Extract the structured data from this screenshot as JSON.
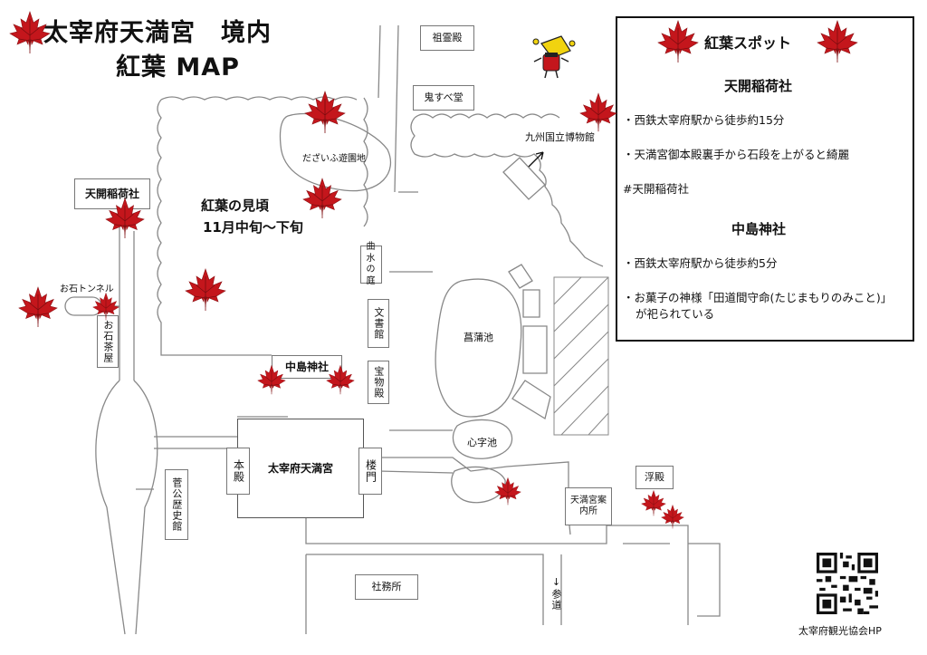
{
  "title": {
    "line1": "太宰府天満宮　境内",
    "line2": "紅葉 MAP"
  },
  "panel": {
    "heading": "紅葉スポット",
    "section1": {
      "name": "天開稲荷社",
      "items": [
        "・西鉄太宰府駅から徒歩約15分",
        "・天満宮御本殿裏手から石段を上がると綺麗",
        "#天開稲荷社"
      ]
    },
    "section2": {
      "name": "中島神社",
      "items": [
        "・西鉄太宰府駅から徒歩約5分",
        "・お菓子の神様「田道間守命(たじまもりのみこと)」",
        "が祀られている"
      ]
    }
  },
  "viewing": {
    "line1": "紅葉の見頃",
    "line2": "11月中旬〜下旬"
  },
  "places": {
    "soreiden": "祖霊殿",
    "onisube": "鬼すべ堂",
    "museum": "九州国立博物館",
    "dazaifu_park": "だざいふ遊園地",
    "tenkai": "天開稲荷社",
    "tunnel": "お石トンネル",
    "ochaya": "お石茶屋",
    "kyokusui": "曲水の庭",
    "bunsho": "文書館",
    "homotsu": "宝物殿",
    "nakajima": "中島神社",
    "shobu": "菖蒲池",
    "shinji": "心字池",
    "main_shrine": "太宰府天満宮",
    "honden": "本殿",
    "romon": "楼門",
    "kanko": "菅公歴史館",
    "annai": "天満宮案内所",
    "ukidono": "浮殿",
    "shamusho": "社務所",
    "sando": "↓参道",
    "qr_caption": "太宰府観光協会HP"
  },
  "colors": {
    "leaf": "#c4161c",
    "leaf_stem": "#7a0c0f",
    "line": "#888888"
  },
  "icons": [
    "maple-leaf-icon",
    "qr-code-icon",
    "mascot-icon",
    "arrow-icon"
  ]
}
